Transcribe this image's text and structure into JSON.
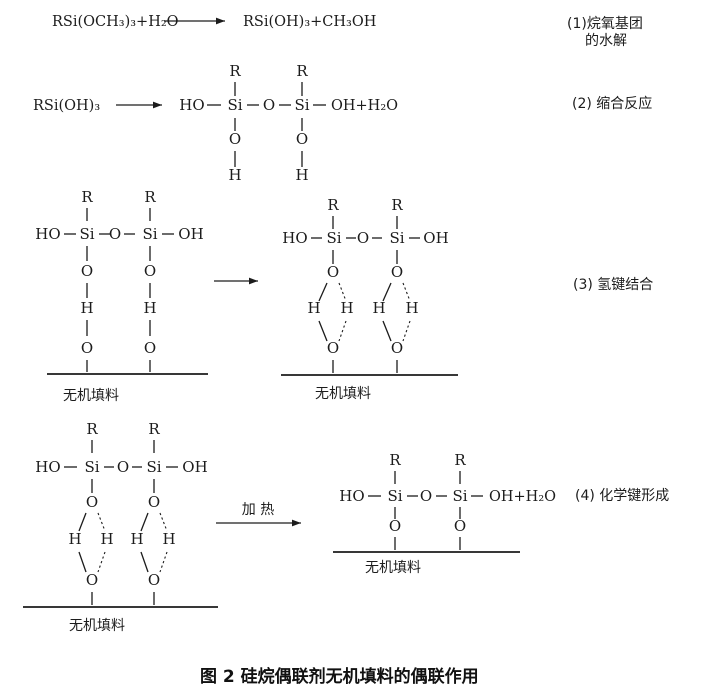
{
  "meta": {
    "caption": "图 2  硅烷偶联剂无机填料的偶联作用",
    "colors": {
      "ink": "#1c1c1c",
      "background": "#ffffff"
    }
  },
  "atoms": {
    "r": "R",
    "si": "Si",
    "o": "O",
    "h": "H",
    "ho": "HO",
    "oh": "OH",
    "oh_h2o": "OH+H₂O"
  },
  "filler_label": "无机填料",
  "step1": {
    "reactant": "RSi(OCH₃)₃+H₂O",
    "product": "RSi(OH)₃+CH₃OH",
    "label_line1": "(1)烷氧基团",
    "label_line2": "的水解"
  },
  "step2": {
    "reactant": "RSi(OH)₃",
    "label": "(2) 缩合反应"
  },
  "step3": {
    "label": "(3) 氢键结合"
  },
  "step4": {
    "arrow_label": "加 热",
    "label": "(4) 化学键形成"
  }
}
